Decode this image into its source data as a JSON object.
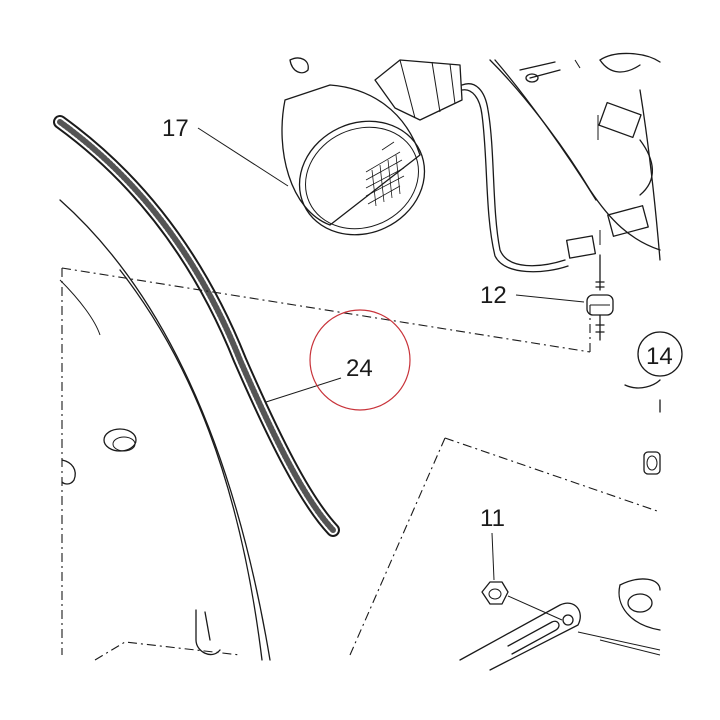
{
  "callouts": {
    "c17": "17",
    "c12": "12",
    "c24": "24",
    "c11": "11",
    "c14_partial": "14"
  },
  "colors": {
    "line": "#1a1a1a",
    "highlight_circle": "#c8333a",
    "background": "#ffffff"
  }
}
